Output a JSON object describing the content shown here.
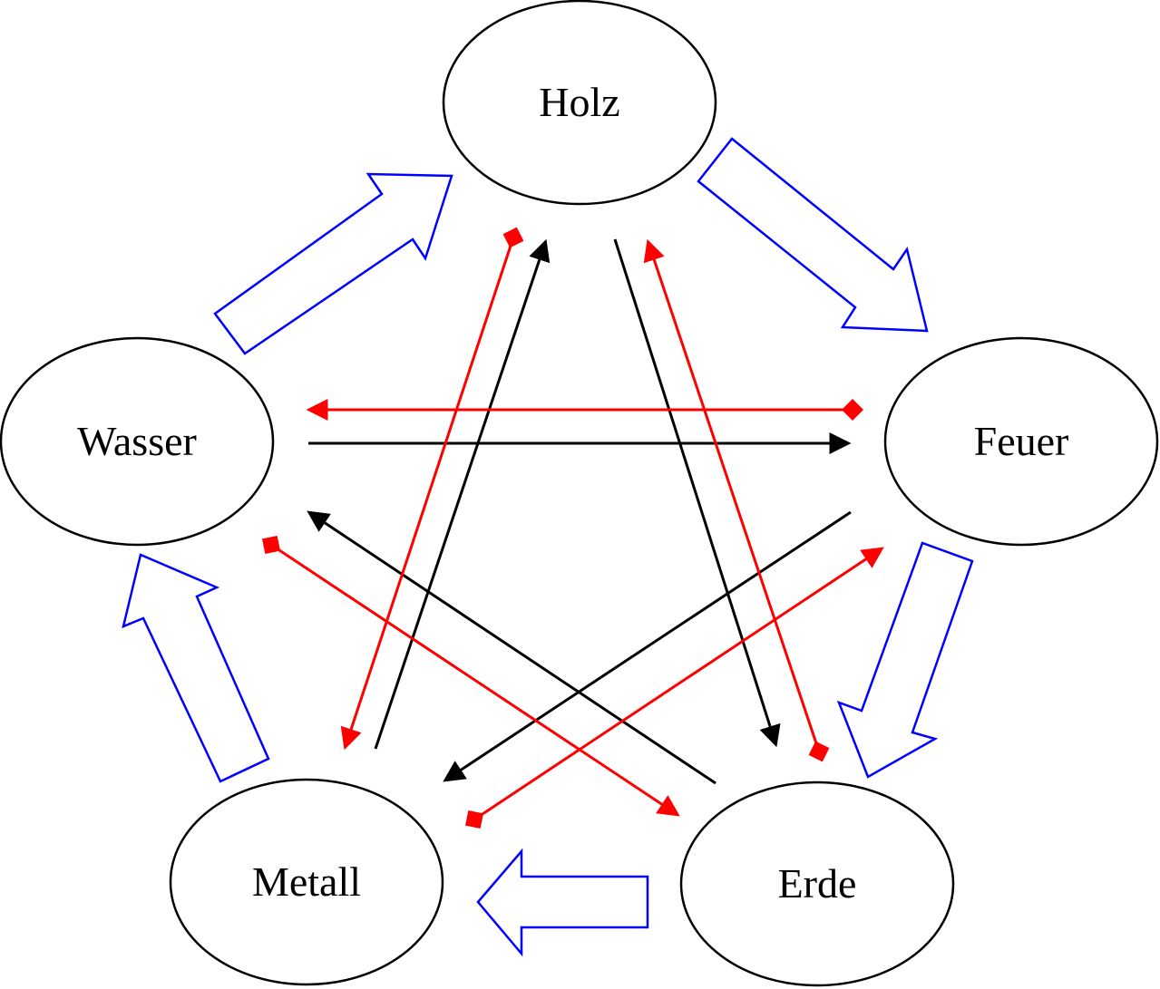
{
  "diagram": {
    "nodes": [
      {
        "id": "holz",
        "label": "Holz"
      },
      {
        "id": "feuer",
        "label": "Feuer"
      },
      {
        "id": "erde",
        "label": "Erde"
      },
      {
        "id": "metall",
        "label": "Metall"
      },
      {
        "id": "wasser",
        "label": "Wasser"
      }
    ],
    "generating_cycle": [
      {
        "from": "wasser",
        "to": "holz"
      },
      {
        "from": "holz",
        "to": "feuer"
      },
      {
        "from": "feuer",
        "to": "erde"
      },
      {
        "from": "erde",
        "to": "metall"
      },
      {
        "from": "metall",
        "to": "wasser"
      }
    ],
    "controlling_cycle": [
      {
        "from": "holz",
        "to": "erde"
      },
      {
        "from": "erde",
        "to": "wasser"
      },
      {
        "from": "wasser",
        "to": "feuer"
      },
      {
        "from": "feuer",
        "to": "metall"
      },
      {
        "from": "metall",
        "to": "holz"
      }
    ],
    "insulting_cycle": [
      {
        "from": "erde",
        "to": "holz"
      },
      {
        "from": "holz",
        "to": "metall"
      },
      {
        "from": "metall",
        "to": "feuer"
      },
      {
        "from": "feuer",
        "to": "wasser"
      },
      {
        "from": "wasser",
        "to": "erde"
      }
    ],
    "colors": {
      "generating": "#0000ff",
      "controlling": "#000000",
      "insulting": "#ff0000",
      "node_stroke": "#000000"
    }
  }
}
